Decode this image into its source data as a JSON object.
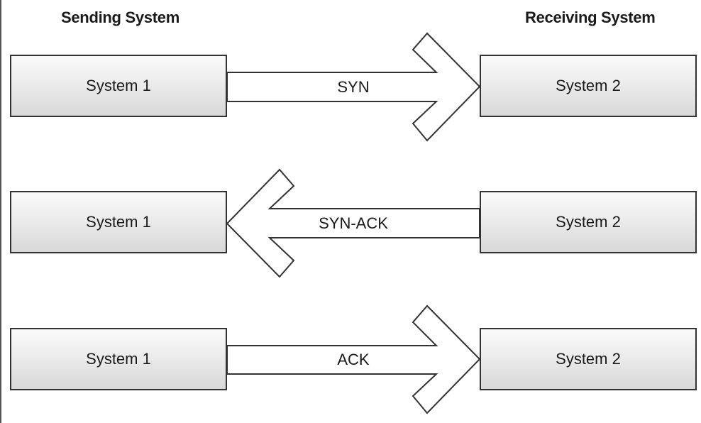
{
  "headers": {
    "sending": "Sending System",
    "receiving": "Receiving System"
  },
  "rows": [
    {
      "left_label": "System 1",
      "right_label": "System 2",
      "message": "SYN",
      "direction": "right"
    },
    {
      "left_label": "System 1",
      "right_label": "System 2",
      "message": "SYN-ACK",
      "direction": "left"
    },
    {
      "left_label": "System 1",
      "right_label": "System 2",
      "message": "ACK",
      "direction": "right"
    }
  ]
}
